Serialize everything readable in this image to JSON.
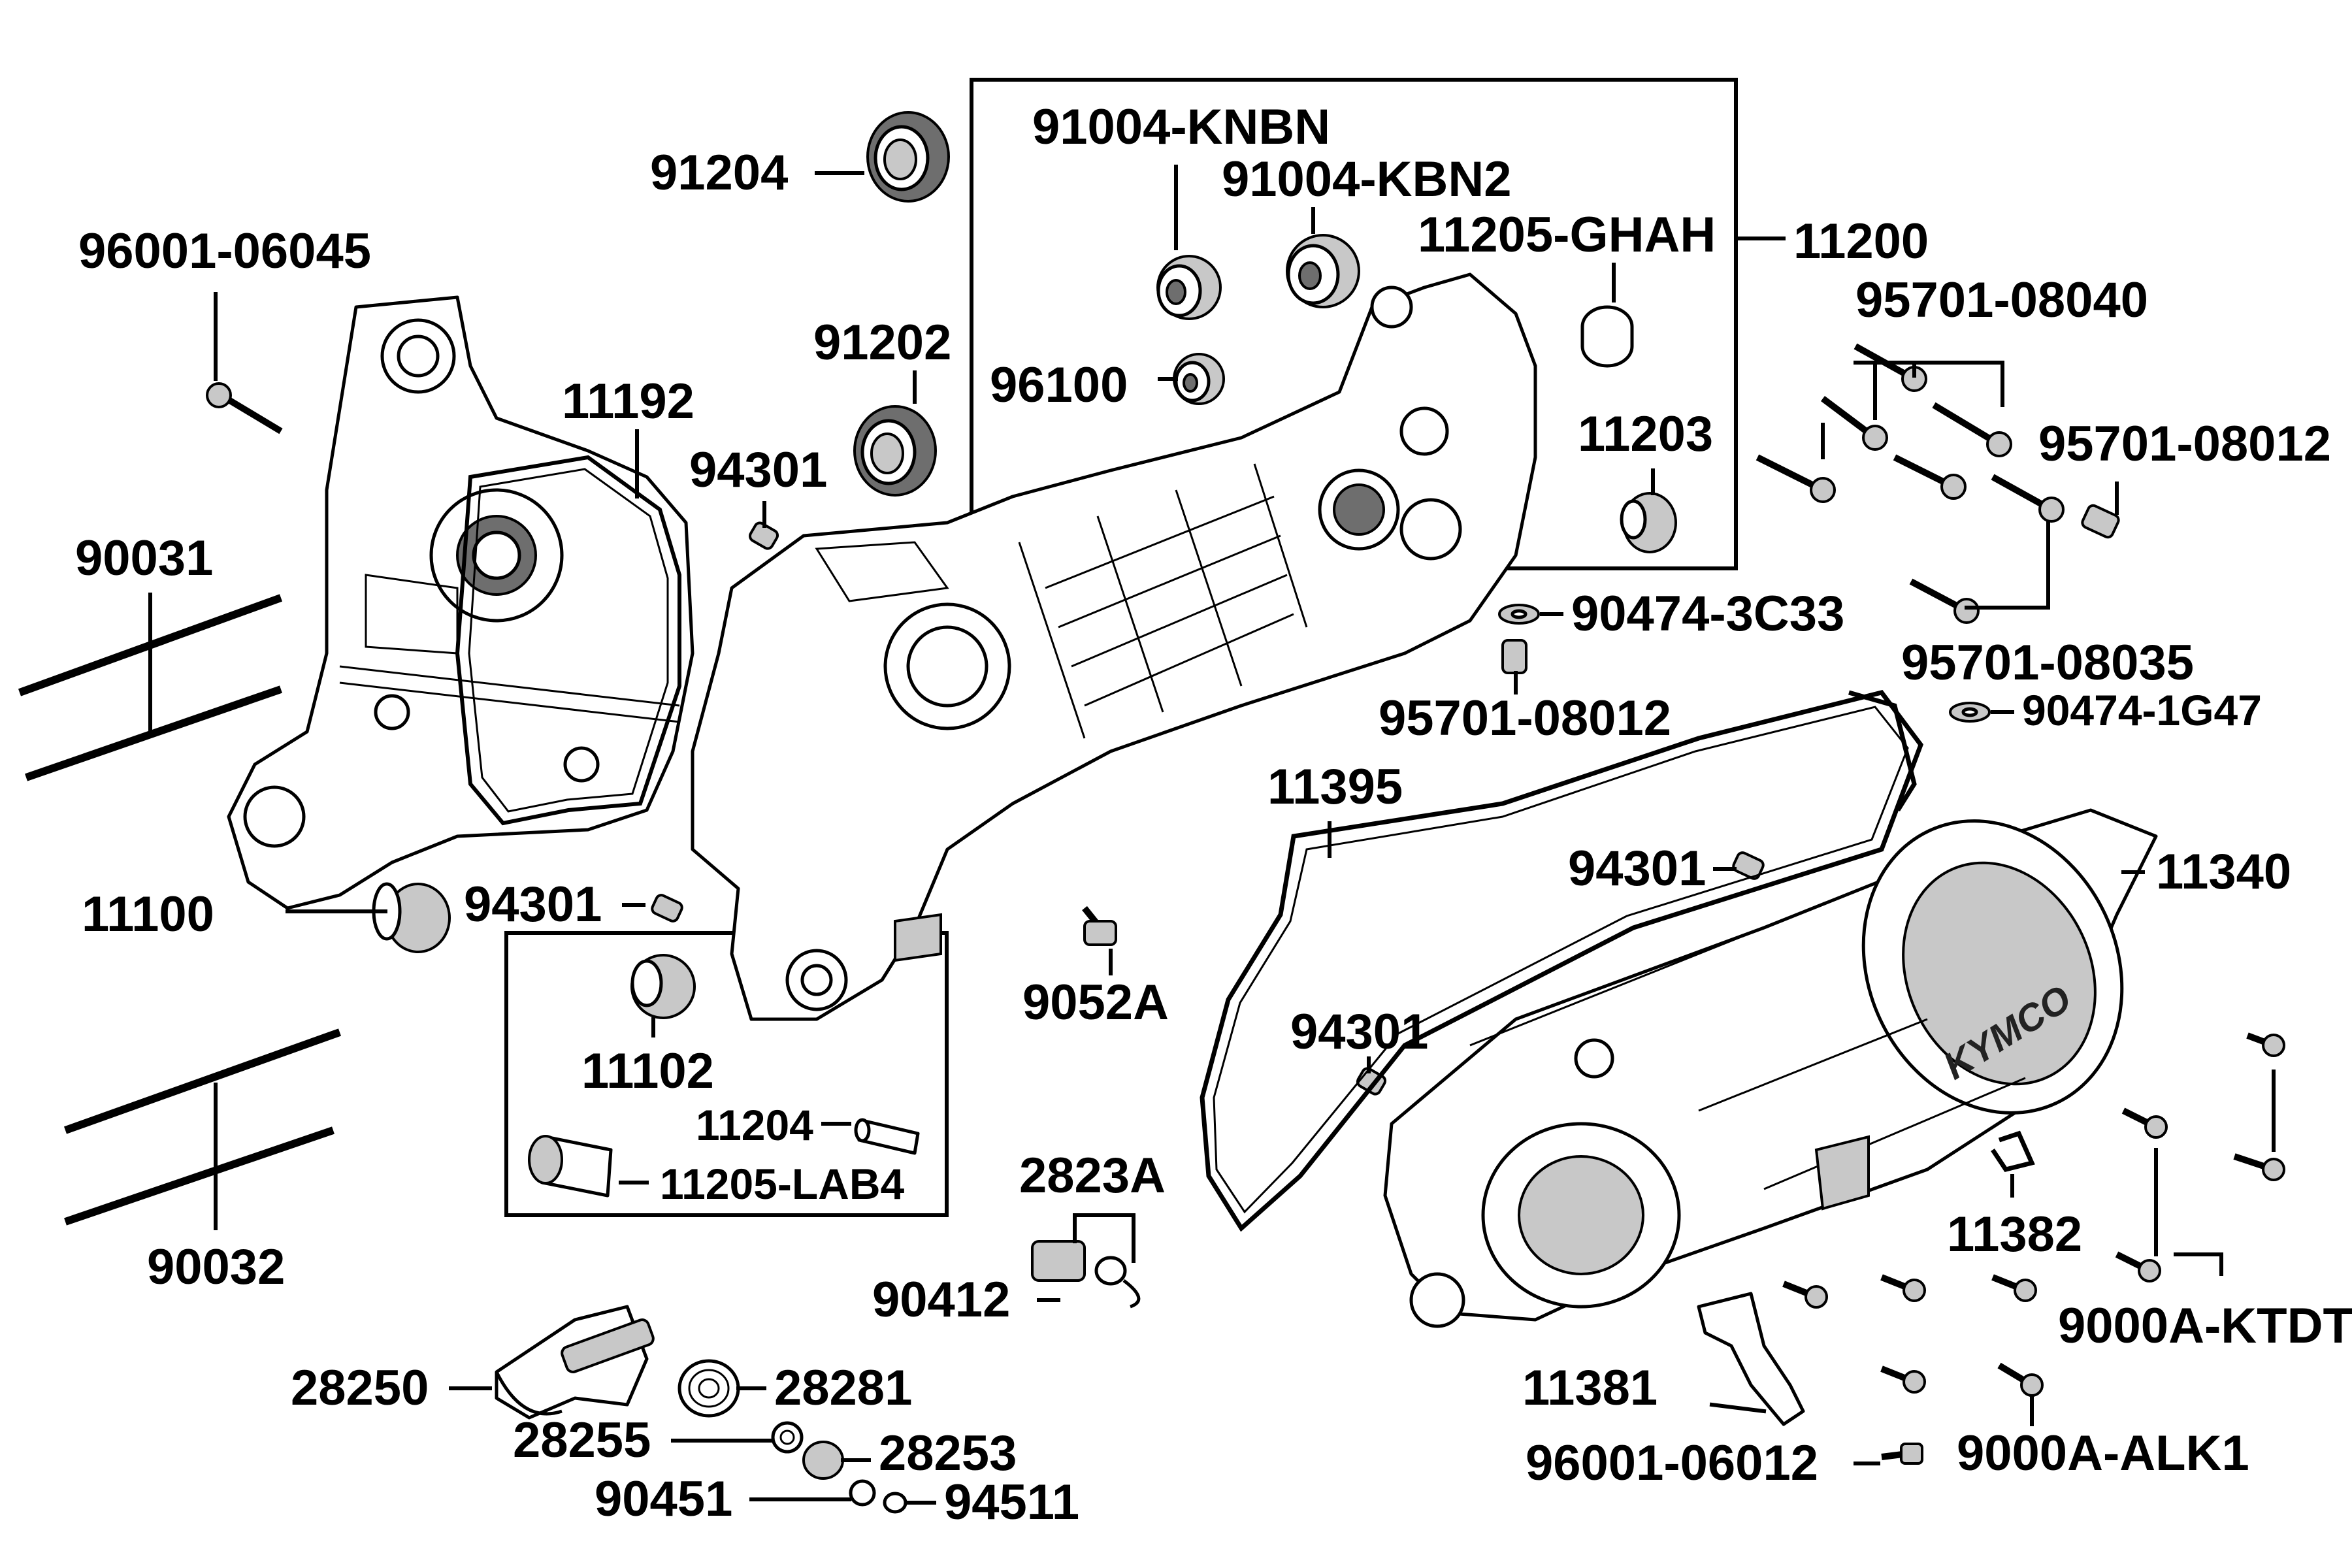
{
  "labels": {
    "l_91204": "91204",
    "l_91004_knbn": "91004-KNBN",
    "l_91004_kbn2": "91004-KBN2",
    "l_11205_ghah": "11205-GHAH",
    "l_11200": "11200",
    "l_96001_06045": "96001-06045",
    "l_91202": "91202",
    "l_96100": "96100",
    "l_95701_08040": "95701-08040",
    "l_11192": "11192",
    "l_11203": "11203",
    "l_95701_08012_a": "95701-08012",
    "l_94301_a": "94301",
    "l_90031": "90031",
    "l_90474_3c33": "90474-3C33",
    "l_95701_08035": "95701-08035",
    "l_95701_08012_b": "95701-08012",
    "l_90474_1g47": "90474-1G47",
    "l_11395": "11395",
    "l_94301_b": "94301",
    "l_11340": "11340",
    "l_11100": "11100",
    "l_94301_c": "94301",
    "l_9052a": "9052A",
    "l_94301_d": "94301",
    "l_11102": "11102",
    "l_11204": "11204",
    "l_11205_lab4": "11205-LAB4",
    "l_90032": "90032",
    "l_2823a": "2823A",
    "l_90412": "90412",
    "l_11382": "11382",
    "l_9000a_ktdt": "9000A-KTDT",
    "l_28250": "28250",
    "l_28281": "28281",
    "l_11381": "11381",
    "l_28255": "28255",
    "l_28253": "28253",
    "l_9000a_alk1": "9000A-ALK1",
    "l_96001_06012": "96001-06012",
    "l_90451": "90451",
    "l_94511": "94511",
    "brand_logo": "KYMCO"
  }
}
